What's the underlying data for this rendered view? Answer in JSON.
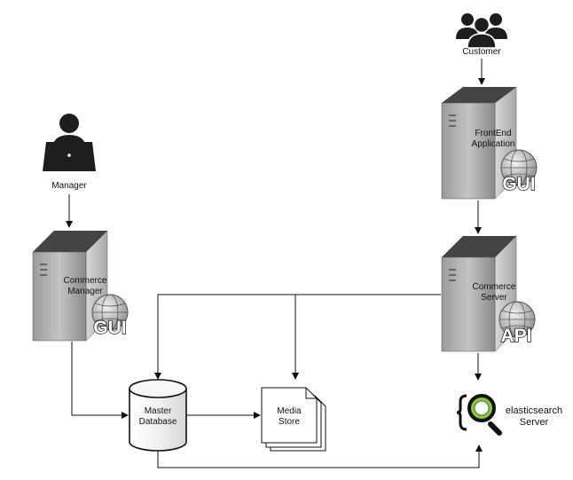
{
  "nodes": {
    "customer": {
      "label": "Customer",
      "icon": "users-group-icon"
    },
    "manager": {
      "label": "Manager",
      "icon": "laptop-user-icon"
    },
    "frontend": {
      "label_lines": [
        "FrontEnd",
        "Application"
      ],
      "badge": "GUI",
      "icon": "server-tower-icon"
    },
    "commerce_manager": {
      "label_lines": [
        "Commerce",
        "Manager"
      ],
      "badge": "GUI",
      "icon": "server-tower-icon"
    },
    "commerce_server": {
      "label_lines": [
        "Commerce",
        "Server"
      ],
      "badge": "API",
      "icon": "server-tower-icon"
    },
    "master_database": {
      "label_lines": [
        "Master",
        "Database"
      ],
      "icon": "database-cylinder-icon"
    },
    "media_store": {
      "label_lines": [
        "Media",
        "Store"
      ],
      "icon": "stacked-documents-icon"
    },
    "elasticsearch": {
      "label_lines": [
        "elasticsearch",
        "Server"
      ],
      "icon": "elasticsearch-logo-icon"
    }
  },
  "colors": {
    "line": "#111111",
    "server_fill": "#8c8c8c",
    "globe": "#9a9a9a"
  }
}
